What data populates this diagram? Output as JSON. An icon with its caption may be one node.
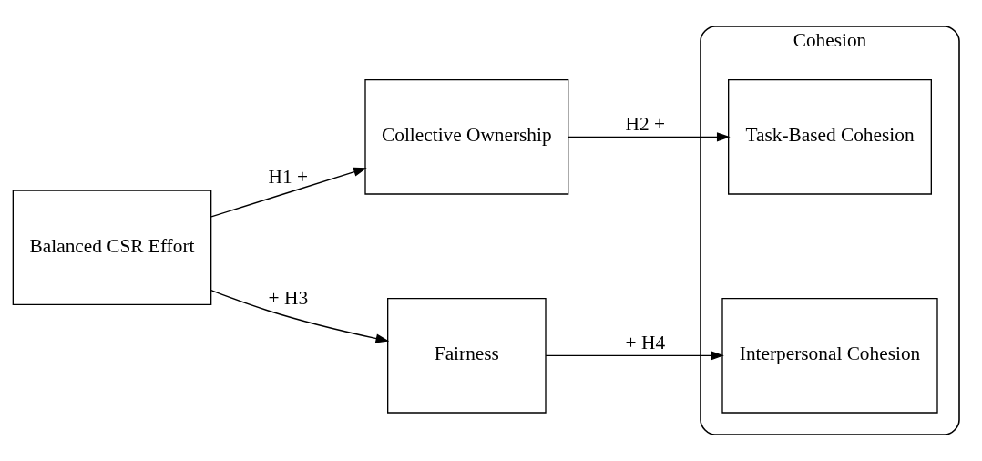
{
  "diagram": {
    "nodes": [
      {
        "text": [
          "Balanced CSR Effort"
        ]
      },
      {
        "text": [
          "Collective Ownership"
        ]
      },
      {
        "text": [
          "Fairness"
        ]
      },
      {
        "text": [
          "Cohesion"
        ]
      },
      {
        "text": [
          "Task-Based Cohesion"
        ],
        "in": 3
      },
      {
        "text": [
          "Interpersonal Cohesion"
        ],
        "in": 3
      }
    ],
    "edges": [
      {
        "from": 0,
        "to": 1,
        "arrow": "to",
        "label": "H1 +"
      },
      {
        "from": 0,
        "to": 2,
        "arrow": "to",
        "label": "+ H3"
      },
      {
        "from": 1,
        "to": 4,
        "arrow": "to",
        "label": "H2 +"
      },
      {
        "from": 2,
        "to": 5,
        "arrow": "to",
        "label": "+ H4"
      }
    ]
  }
}
